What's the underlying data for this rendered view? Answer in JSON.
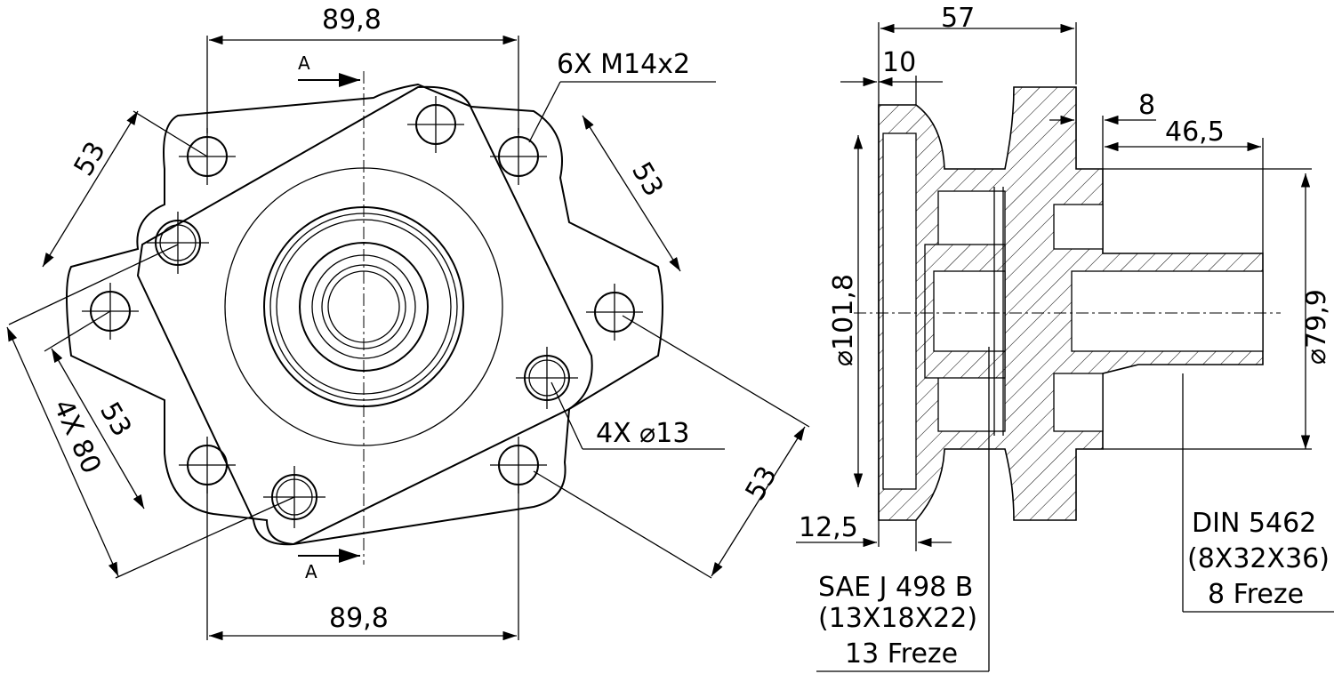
{
  "front_view": {
    "dim_top_width": "89,8",
    "dim_bottom_width": "89,8",
    "section_mark_top": "A",
    "section_mark_bottom": "A",
    "thread_callout": "6X M14x2",
    "dim_53_upper_left": "53",
    "dim_53_upper_right": "53",
    "dim_53_lower_left": "53",
    "dim_53_lower_right": "53",
    "dim_4x80": "4X 80",
    "hole_callout": "4X ⌀13"
  },
  "side_view": {
    "dim_57": "57",
    "dim_10": "10",
    "dim_8": "8",
    "dim_46_5": "46,5",
    "dim_dia_101_8": "⌀101,8",
    "dim_dia_79_9": "⌀79,9",
    "dim_12_5": "12,5",
    "sae_spline": {
      "line1": "SAE J 498 B",
      "line2": "(13X18X22)",
      "line3": "13 Freze"
    },
    "din_spline": {
      "line1": "DIN 5462",
      "line2": "(8X32X36)",
      "line3": "8 Freze"
    }
  }
}
